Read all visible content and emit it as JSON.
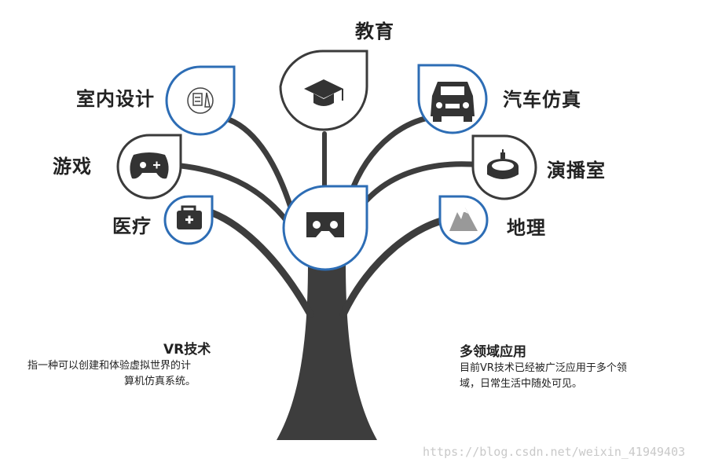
{
  "center": {
    "name": "vr-headset",
    "icon": "vr-headset-icon"
  },
  "branches": [
    {
      "label": "教育",
      "icon": "graduation-cap-icon"
    },
    {
      "label": "室内设计",
      "icon": "design-sketch-icon"
    },
    {
      "label": "汽车仿真",
      "icon": "car-icon"
    },
    {
      "label": "游戏",
      "icon": "gamepad-icon"
    },
    {
      "label": "演播室",
      "icon": "stadium-icon"
    },
    {
      "label": "医疗",
      "icon": "medical-kit-icon"
    },
    {
      "label": "地理",
      "icon": "mountain-icon"
    }
  ],
  "left_text": {
    "title": "VR技术",
    "lines": [
      "指一种可以创建和体验虚拟世界的计",
      "算机仿真系统。"
    ]
  },
  "right_text": {
    "title": "多领域应用",
    "lines": [
      "目前VR技术已经被广泛应用于多个领",
      "域，日常生活中随处可见。"
    ]
  },
  "watermark": "https://blog.csdn.net/weixin_41949403",
  "colors": {
    "trunk": "#3d3d3d",
    "accent_blue": "#2d6db5",
    "outline_dark": "#3b3b3b"
  }
}
